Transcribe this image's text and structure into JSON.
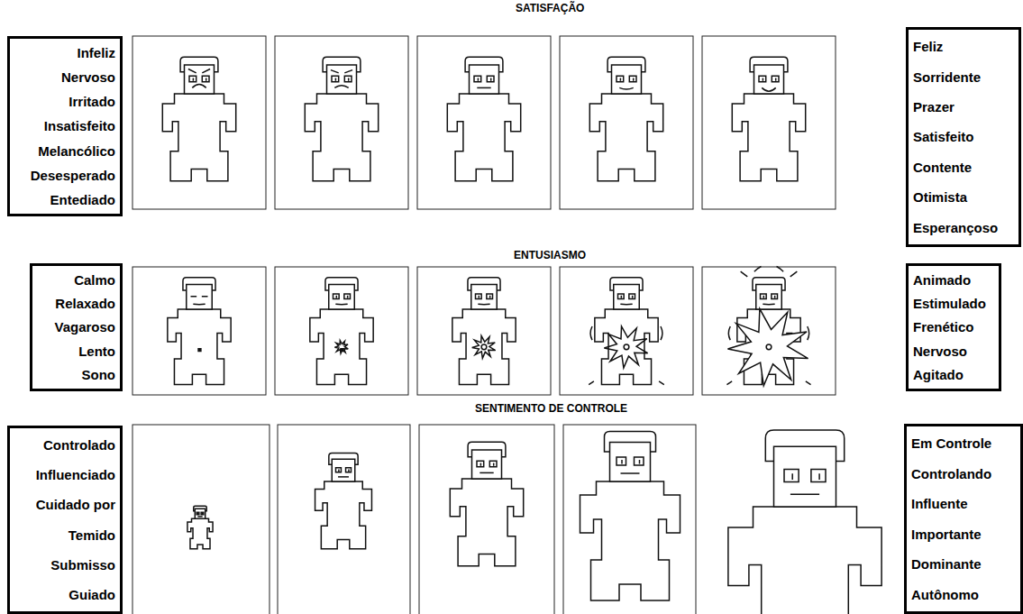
{
  "diagram": {
    "nodes": [
      {
        "text": [
          "Infeliz",
          "Nervoso",
          "Irritado",
          "Insatisfeito",
          "Melancólico",
          "Desesperado",
          "Entediado"
        ]
      },
      {
        "text": [
          "Feliz",
          "Sorridente",
          "Prazer",
          "Satisfeito",
          "Contente",
          "Otimista",
          "Esperançoso"
        ]
      },
      {
        "text": [
          "Calmo",
          "Relaxado",
          "Vagaroso",
          "Lento",
          "Sono"
        ]
      },
      {
        "text": [
          "Animado",
          "Estimulado",
          "Frenético",
          "Nervoso",
          "Agitado"
        ]
      },
      {
        "text": [
          "Controlado",
          "Influenciado",
          "Cuidado por",
          "Temido",
          "Submisso",
          "Guiado"
        ]
      },
      {
        "text": [
          "Em Controle",
          "Controlando",
          "Influente",
          "Importante",
          "Dominante",
          "Autônomo"
        ]
      }
    ],
    "labels": [
      "SATISFAÇÃO",
      "ENTUSIASMO",
      "SENTIMENTO DE CONTROLE"
    ]
  }
}
